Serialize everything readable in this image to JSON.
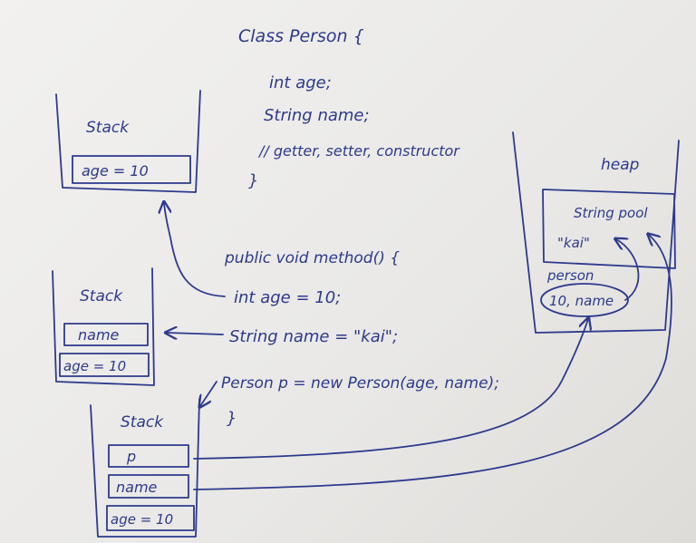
{
  "class_code": {
    "line1": "Class Person {",
    "line2": "int age;",
    "line3": "String name;",
    "line4": "// getter, setter, constructor",
    "line5": "}"
  },
  "method_code": {
    "line1": "public void method() {",
    "line2": "int age = 10;",
    "line3": "String name = \"kai\";",
    "line4": "Person p = new Person(age, name);",
    "line5": "}"
  },
  "stack1": {
    "title": "Stack",
    "slot1": "age = 10"
  },
  "stack2": {
    "title": "Stack",
    "slot1": "name",
    "slot2": "age = 10"
  },
  "stack3": {
    "title": "Stack",
    "slot1": "p",
    "slot2": "name",
    "slot3": "age = 10"
  },
  "heap": {
    "title": "heap",
    "string_pool_title": "String pool",
    "string_pool_value": "\"kai\"",
    "object_label": "person",
    "object_value": "10, name"
  },
  "colors": {
    "ink": "#2d3a8c",
    "paper": "#eeedeb"
  }
}
